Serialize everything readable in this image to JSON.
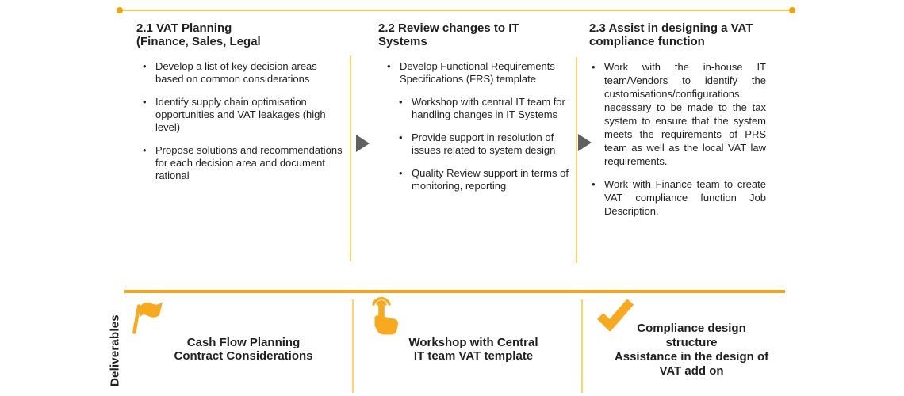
{
  "colors": {
    "accent_light": "#FFC94F",
    "accent": "#F5A41E",
    "divider": "#FFD566",
    "arrow": "#606060",
    "text": "#1F1F1F"
  },
  "ui": {
    "bullet_char": "•"
  },
  "phases": [
    {
      "title": "2.1 VAT Planning\n(Finance, Sales, Legal",
      "bullets": [
        "Develop a list of key decision areas based on common considerations",
        "Identify supply chain optimisation opportunities and VAT leakages  (high level)",
        "Propose solutions and  recommendations for each decision  area and document rational"
      ]
    },
    {
      "title": "2.2 Review changes to IT\nSystems",
      "bullets": [
        "Develop Functional Requirements Specifications (FRS) template",
        "Workshop with central IT team for handling changes in IT Systems",
        "Provide support in resolution of issues related to system design",
        "Quality Review support in terms of monitoring, reporting"
      ]
    },
    {
      "title": "2.3 Assist in designing a VAT\ncompliance function",
      "bullets": [
        "Work with the in-house IT team/Vendors to identify the customisations/configurations necessary to be made to the tax system to ensure that the system meets the requirements of PRS team  as well as the local VAT law requirements.",
        "Work with Finance team to create VAT compliance function Job Description."
      ]
    }
  ],
  "deliverables": {
    "label": "Deliverables",
    "items": [
      {
        "icon": "flag-icon",
        "text": "Cash Flow Planning\nContract Considerations"
      },
      {
        "icon": "tap-icon",
        "text": "Workshop with Central\nIT team VAT template"
      },
      {
        "icon": "check-icon",
        "text": "Compliance design\nstructure\nAssistance in the design of\nVAT add on"
      }
    ]
  }
}
